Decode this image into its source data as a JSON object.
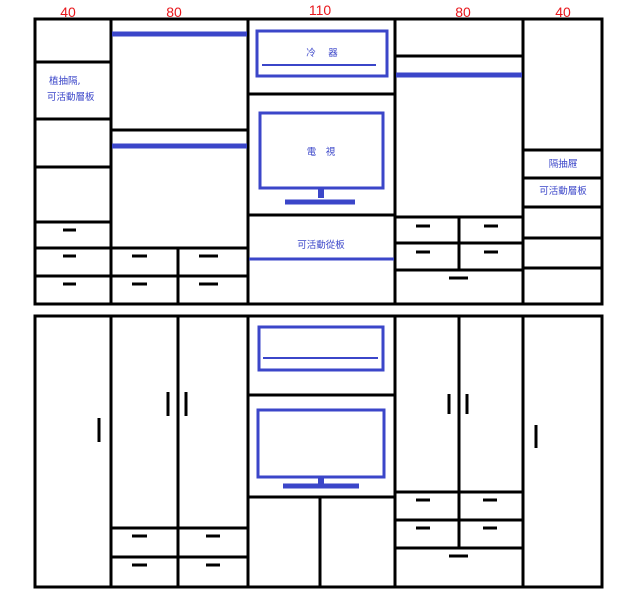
{
  "dimensions": [
    "40",
    "80",
    "110",
    "80",
    "40"
  ],
  "labels": {
    "left_shelf": [
      "植抽隔,",
      "可活動層板"
    ],
    "air_conditioner": "冷　 器",
    "tv": "電　視",
    "movable_board": "可活動從板",
    "drawer_divider": "隔抽屜",
    "right_shelf": "可活動層板"
  },
  "colors": {
    "line": "#000000",
    "accent": "#3b46c9",
    "dimension_text": "#e8161b"
  }
}
